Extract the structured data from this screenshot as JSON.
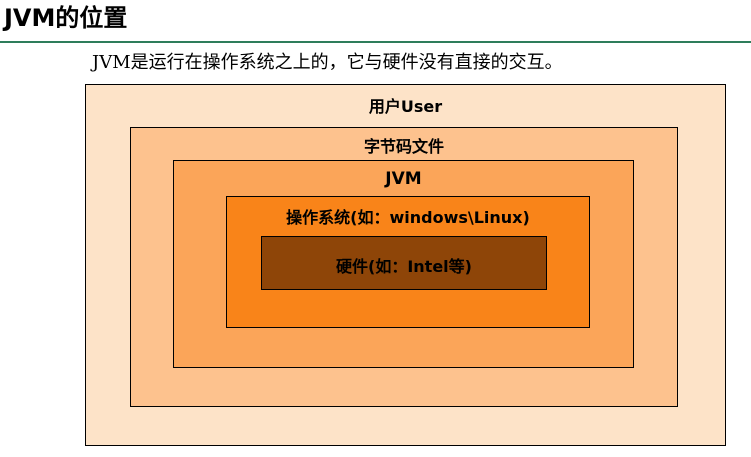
{
  "page": {
    "title": "JVM的位置",
    "caption": "JVM是运行在操作系统之上的，它与硬件没有直接的交互。"
  },
  "diagram": {
    "layers": [
      {
        "label": "用户User",
        "fill": "#fde3c8"
      },
      {
        "label": "字节码文件",
        "fill": "#fdc28e"
      },
      {
        "label": "JVM",
        "fill": "#fba559"
      },
      {
        "label": "操作系统(如：windows\\Linux)",
        "fill": "#f98419"
      },
      {
        "label": "硬件(如：Intel等)",
        "fill": "#8e4508"
      }
    ],
    "colors": {
      "title_rule": "#2e7d5b",
      "border": "#000000"
    }
  }
}
